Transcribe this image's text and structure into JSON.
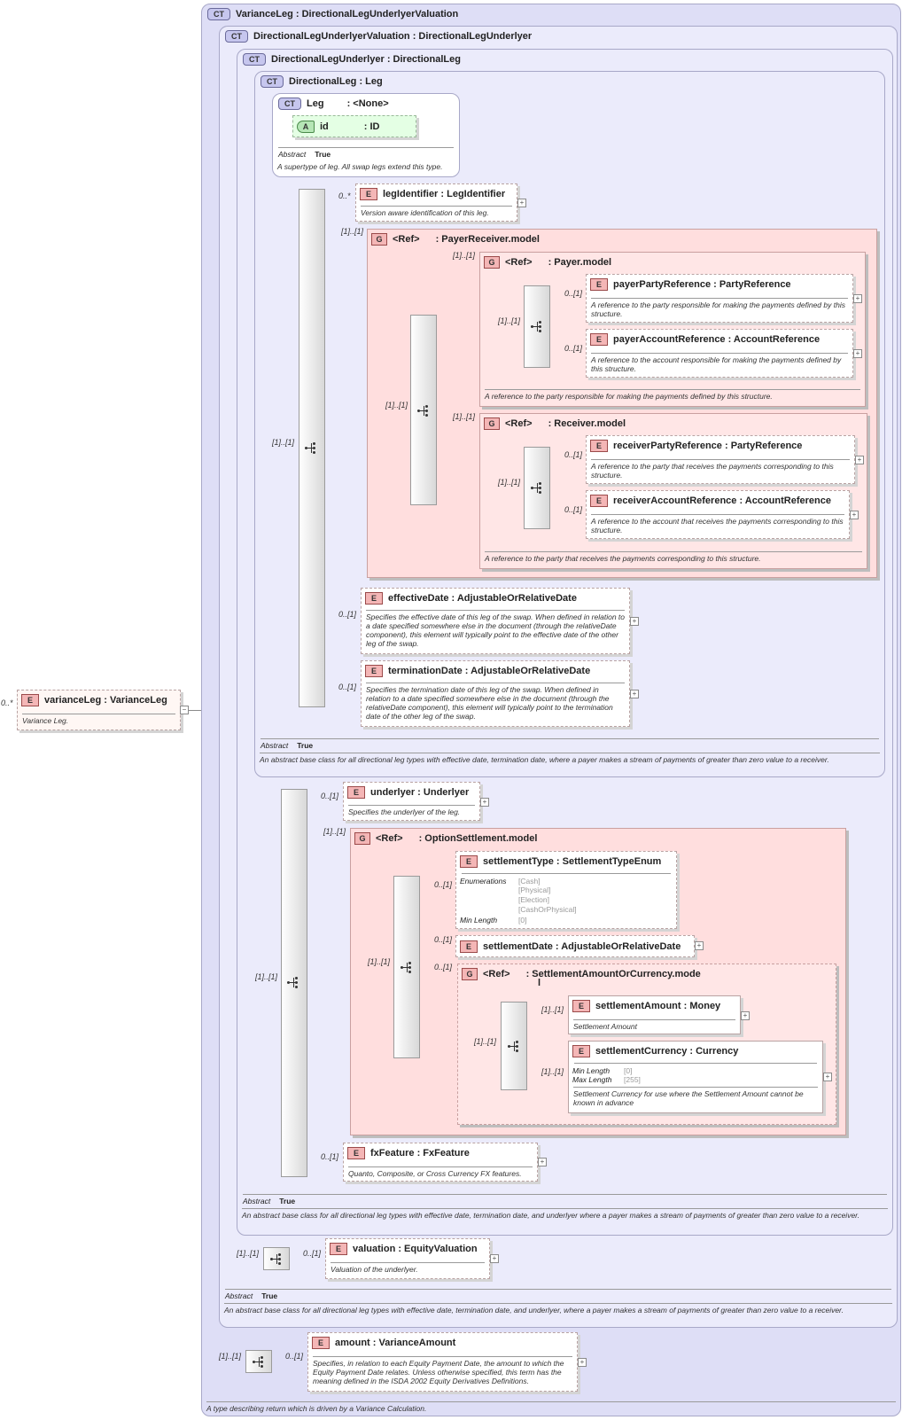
{
  "root": {
    "badge": "E",
    "name": "varianceLeg",
    "type": "VarianceLeg",
    "mult": "0..*",
    "desc": "Variance Leg.",
    "collapse": "−"
  },
  "badges": {
    "ct": "CT",
    "e": "E",
    "g": "G",
    "a": "A"
  },
  "ct_variance_leg": {
    "title": "VarianceLeg : DirectionalLegUnderlyerValuation",
    "desc": "A type describing return which is driven by a Variance Calculation."
  },
  "ct_dlu_valuation": {
    "title": "DirectionalLegUnderlyerValuation : DirectionalLegUnderlyer",
    "abstract_label": "Abstract",
    "abstract_value": "True",
    "desc": "An abstract base class for all directional leg types with effective date, termination date, and underlyer, where a payer makes a stream of payments of greater than zero value to a receiver."
  },
  "ct_dl_underlyer": {
    "title": "DirectionalLegUnderlyer : DirectionalLeg",
    "abstract_label": "Abstract",
    "abstract_value": "True",
    "desc": "An abstract base class for all directional leg types with effective date, termination date, and underlyer where a payer makes a stream of payments of greater than zero value to a receiver."
  },
  "ct_directional_leg": {
    "title": "DirectionalLeg : Leg",
    "abstract_label": "Abstract",
    "abstract_value": "True",
    "desc": "An abstract base class for all directional leg types with effective date, termination date, where a payer makes a stream of payments of greater than zero value to a receiver."
  },
  "ct_leg": {
    "name": "Leg",
    "type": ": <None>",
    "attr_name": "id",
    "attr_type": ": ID",
    "abstract_label": "Abstract",
    "abstract_value": "True",
    "desc": "A supertype of leg. All swap legs extend this type."
  },
  "leg_identifier": {
    "title": "legIdentifier : LegIdentifier",
    "mult": "0..*",
    "desc": "Version aware identification of this leg."
  },
  "payer_receiver_model": {
    "ref": "<Ref>",
    "name": ": PayerReceiver.model",
    "mult": "[1]..[1]"
  },
  "payer_model": {
    "ref": "<Ref>",
    "name": ": Payer.model",
    "mult": "[1]..[1]",
    "seq_mult": "[1]..[1]",
    "desc": "A reference to the party responsible for making the payments defined by this structure."
  },
  "payer_party_reference": {
    "title": "payerPartyReference : PartyReference",
    "mult": "0..[1]",
    "desc": "A reference to the party responsible for making the payments defined by this structure."
  },
  "payer_account_reference": {
    "title": "payerAccountReference : AccountReference",
    "mult": "0..[1]",
    "desc": "A reference to the account responsible for making the payments defined by this structure."
  },
  "receiver_model": {
    "ref": "<Ref>",
    "name": ": Receiver.model",
    "mult": "[1]..[1]",
    "seq_mult": "[1]..[1]",
    "desc": "A reference to the party that receives the payments corresponding to this structure."
  },
  "receiver_party_reference": {
    "title": "receiverPartyReference : PartyReference",
    "mult": "0..[1]",
    "desc": "A reference to the party that receives the payments corresponding to this structure."
  },
  "receiver_account_reference": {
    "title": "receiverAccountReference : AccountReference",
    "mult": "0..[1]",
    "desc": "A reference to the account that receives the payments corresponding to this structure."
  },
  "pr_seq_mult": "[1]..[1]",
  "effective_date": {
    "title": "effectiveDate : AdjustableOrRelativeDate",
    "mult": "0..[1]",
    "desc": "Specifies the effective date of this leg of the swap. When defined in relation to a date specified somewhere else in the document (through the relativeDate component), this element will typically point to the effective date of the other leg of the swap."
  },
  "termination_date": {
    "title": "terminationDate : AdjustableOrRelativeDate",
    "mult": "0..[1]",
    "desc": "Specifies the termination date of this leg of the swap. When defined in relation to a date specified somewhere else in the document (through the relativeDate component), this element will typically point to the termination date of the other leg of the swap."
  },
  "dl_seq_mult": "[1]..[1]",
  "underlyer": {
    "title": "underlyer : Underlyer",
    "mult": "0..[1]",
    "desc": "Specifies the underlyer of the leg."
  },
  "option_settlement_model": {
    "ref": "<Ref>",
    "name": ": OptionSettlement.model",
    "mult": "[1]..[1]",
    "seq_mult": "[1]..[1]"
  },
  "settlement_type": {
    "title": "settlementType : SettlementTypeEnum",
    "mult": "0..[1]",
    "enum_label": "Enumerations",
    "enums": [
      "[Cash]",
      "[Physical]",
      "[Election]",
      "[CashOrPhysical]"
    ],
    "minlen_label": "Min Length",
    "minlen": "[0]"
  },
  "settlement_date": {
    "title": "settlementDate : AdjustableOrRelativeDate",
    "mult": "0..[1]"
  },
  "settlement_amount_or_currency": {
    "ref": "<Ref>",
    "name_line1": ": SettlementAmountOrCurrency.mode",
    "name_line2": "l",
    "mult": "0..[1]",
    "seq_mult": "[1]..[1]"
  },
  "settlement_amount": {
    "title": "settlementAmount : Money",
    "mult": "[1]..[1]",
    "desc": "Settlement Amount"
  },
  "settlement_currency": {
    "title": "settlementCurrency : Currency",
    "mult": "[1]..[1]",
    "minlen_label": "Min Length",
    "minlen": "[0]",
    "maxlen_label": "Max Length",
    "maxlen": "[255]",
    "desc": "Settlement Currency for use where the Settlement Amount cannot be known in advance"
  },
  "fx_feature": {
    "title": "fxFeature : FxFeature",
    "mult": "0..[1]",
    "desc": "Quanto, Composite, or Cross Currency FX features."
  },
  "dlu_seq_mult": "[1]..[1]",
  "valuation": {
    "title": "valuation : EquityValuation",
    "mult": "0..[1]",
    "seq_mult": "[1]..[1]",
    "desc": "Valuation of the underlyer."
  },
  "amount": {
    "title": "amount  : VarianceAmount",
    "mult": "0..[1]",
    "seq_mult": "[1]..[1]",
    "desc": "Specifies, in relation to each Equity Payment Date, the amount to which the Equity Payment Date relates. Unless otherwise specified, this term has the meaning defined in the ISDA 2002 Equity Derivatives Definitions."
  },
  "expand": "+"
}
